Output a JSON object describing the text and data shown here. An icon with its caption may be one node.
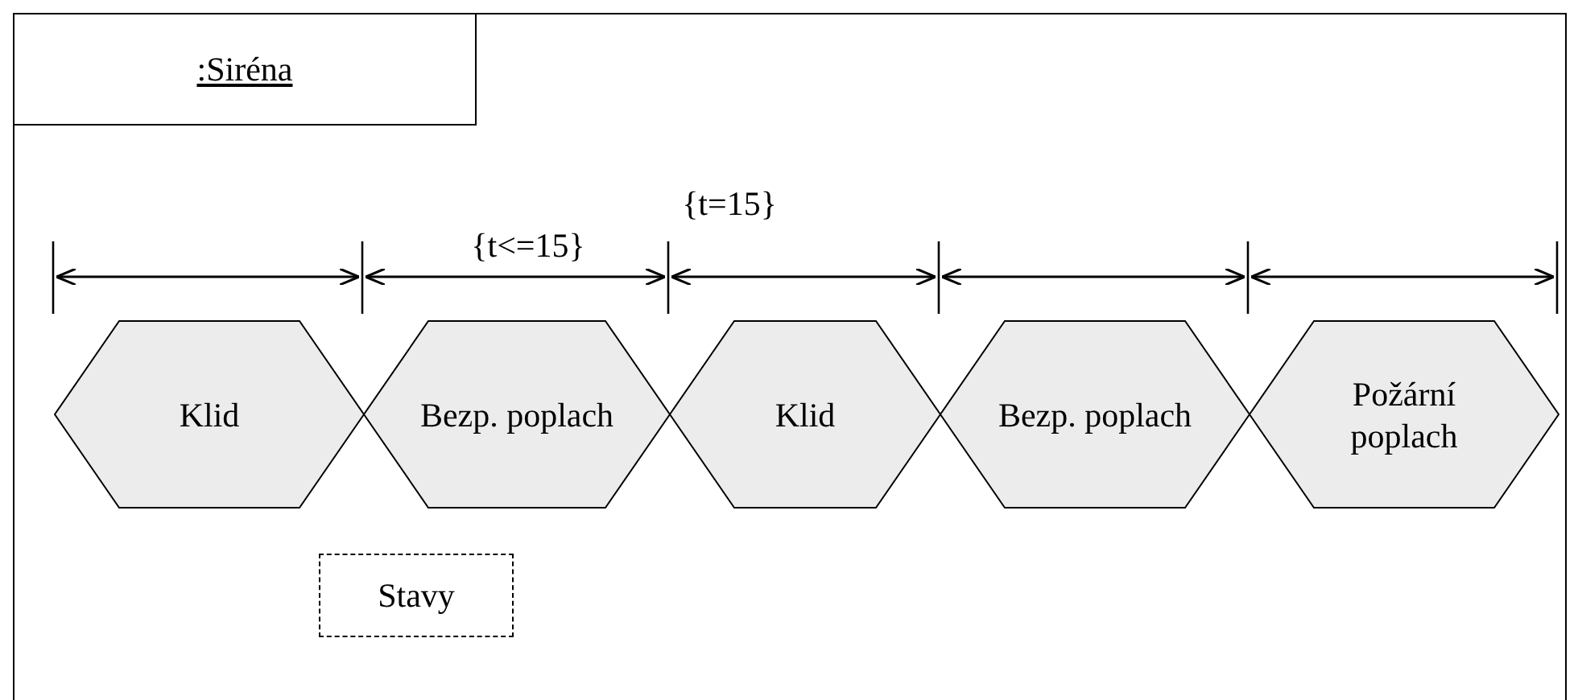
{
  "diagram": {
    "nodes": [
      {
        "text": [
          ":Siréna"
        ]
      },
      {
        "text": [
          "Klid"
        ],
        "in": 0
      },
      {
        "text": [
          "Bezp. poplach"
        ],
        "in": 0
      },
      {
        "text": [
          "Klid"
        ],
        "in": 0
      },
      {
        "text": [
          "Bezp. poplach"
        ],
        "in": 0
      },
      {
        "text": [
          "Požární poplach"
        ],
        "in": 0
      },
      {
        "text": [
          "Stavy"
        ],
        "in": 0
      }
    ],
    "edges": [],
    "labels": [
      "{t=15}",
      "{t<=15}"
    ]
  }
}
